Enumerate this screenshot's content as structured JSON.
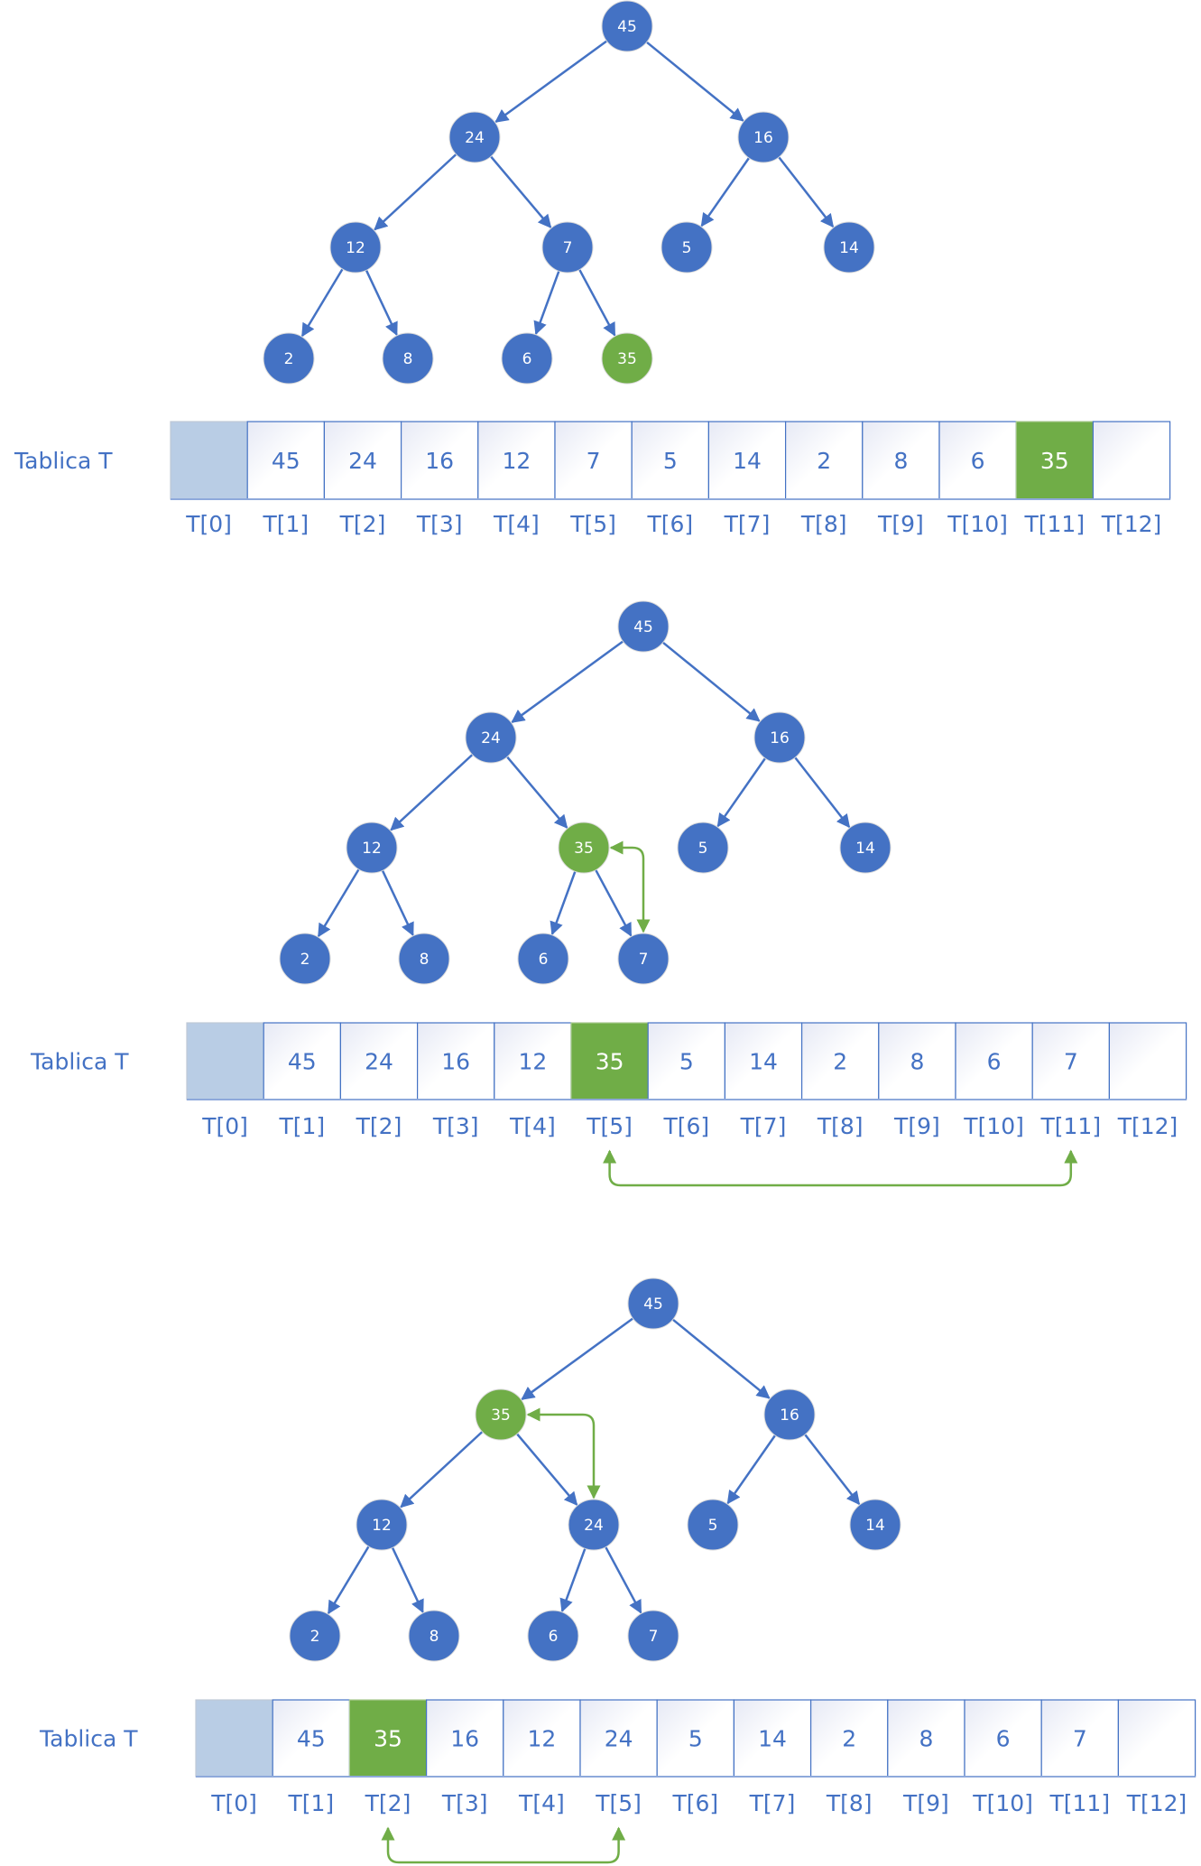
{
  "colors": {
    "node": "#4472C4",
    "highlight": "#70AD47",
    "edge": "#4472C4",
    "swap_arrow": "#70AD47",
    "cell_border": "#4472C4",
    "cell_text": "#4472C4",
    "cell_highlight_text": "#ffffff",
    "sentinel_cell": "#B9CDE5",
    "index_text": "#4472C4"
  },
  "steps": [
    {
      "table_label": "Tablica T",
      "tree": {
        "nodes": [
          {
            "id": 1,
            "value": "45",
            "highlight": false
          },
          {
            "id": 2,
            "value": "24",
            "highlight": false
          },
          {
            "id": 3,
            "value": "16",
            "highlight": false
          },
          {
            "id": 4,
            "value": "12",
            "highlight": false
          },
          {
            "id": 5,
            "value": "7",
            "highlight": false
          },
          {
            "id": 6,
            "value": "5",
            "highlight": false
          },
          {
            "id": 7,
            "value": "14",
            "highlight": false
          },
          {
            "id": 8,
            "value": "2",
            "highlight": false
          },
          {
            "id": 9,
            "value": "8",
            "highlight": false
          },
          {
            "id": 10,
            "value": "6",
            "highlight": false
          },
          {
            "id": 11,
            "value": "35",
            "highlight": true
          }
        ],
        "swap": null
      },
      "table": {
        "cells": [
          "",
          "45",
          "24",
          "16",
          "12",
          "7",
          "5",
          "14",
          "2",
          "8",
          "6",
          "35",
          ""
        ],
        "highlight_index": 11,
        "indices": [
          "T[0]",
          "T[1]",
          "T[2]",
          "T[3]",
          "T[4]",
          "T[5]",
          "T[6]",
          "T[7]",
          "T[8]",
          "T[9]",
          "T[10]",
          "T[11]",
          "T[12]"
        ],
        "swap": null
      }
    },
    {
      "table_label": "Tablica T",
      "tree": {
        "nodes": [
          {
            "id": 1,
            "value": "45",
            "highlight": false
          },
          {
            "id": 2,
            "value": "24",
            "highlight": false
          },
          {
            "id": 3,
            "value": "16",
            "highlight": false
          },
          {
            "id": 4,
            "value": "12",
            "highlight": false
          },
          {
            "id": 5,
            "value": "35",
            "highlight": true
          },
          {
            "id": 6,
            "value": "5",
            "highlight": false
          },
          {
            "id": 7,
            "value": "14",
            "highlight": false
          },
          {
            "id": 8,
            "value": "2",
            "highlight": false
          },
          {
            "id": 9,
            "value": "8",
            "highlight": false
          },
          {
            "id": 10,
            "value": "6",
            "highlight": false
          },
          {
            "id": 11,
            "value": "7",
            "highlight": false
          }
        ],
        "swap": [
          5,
          11
        ]
      },
      "table": {
        "cells": [
          "",
          "45",
          "24",
          "16",
          "12",
          "35",
          "5",
          "14",
          "2",
          "8",
          "6",
          "7",
          ""
        ],
        "highlight_index": 5,
        "indices": [
          "T[0]",
          "T[1]",
          "T[2]",
          "T[3]",
          "T[4]",
          "T[5]",
          "T[6]",
          "T[7]",
          "T[8]",
          "T[9]",
          "T[10]",
          "T[11]",
          "T[12]"
        ],
        "swap": [
          5,
          11
        ]
      }
    },
    {
      "table_label": "Tablica T",
      "tree": {
        "nodes": [
          {
            "id": 1,
            "value": "45",
            "highlight": false
          },
          {
            "id": 2,
            "value": "35",
            "highlight": true
          },
          {
            "id": 3,
            "value": "16",
            "highlight": false
          },
          {
            "id": 4,
            "value": "12",
            "highlight": false
          },
          {
            "id": 5,
            "value": "24",
            "highlight": false
          },
          {
            "id": 6,
            "value": "5",
            "highlight": false
          },
          {
            "id": 7,
            "value": "14",
            "highlight": false
          },
          {
            "id": 8,
            "value": "2",
            "highlight": false
          },
          {
            "id": 9,
            "value": "8",
            "highlight": false
          },
          {
            "id": 10,
            "value": "6",
            "highlight": false
          },
          {
            "id": 11,
            "value": "7",
            "highlight": false
          }
        ],
        "swap": [
          2,
          5
        ]
      },
      "table": {
        "cells": [
          "",
          "45",
          "35",
          "16",
          "12",
          "24",
          "5",
          "14",
          "2",
          "8",
          "6",
          "7",
          ""
        ],
        "highlight_index": 2,
        "indices": [
          "T[0]",
          "T[1]",
          "T[2]",
          "T[3]",
          "T[4]",
          "T[5]",
          "T[6]",
          "T[7]",
          "T[8]",
          "T[9]",
          "T[10]",
          "T[11]",
          "T[12]"
        ],
        "swap": [
          2,
          5
        ]
      }
    }
  ]
}
